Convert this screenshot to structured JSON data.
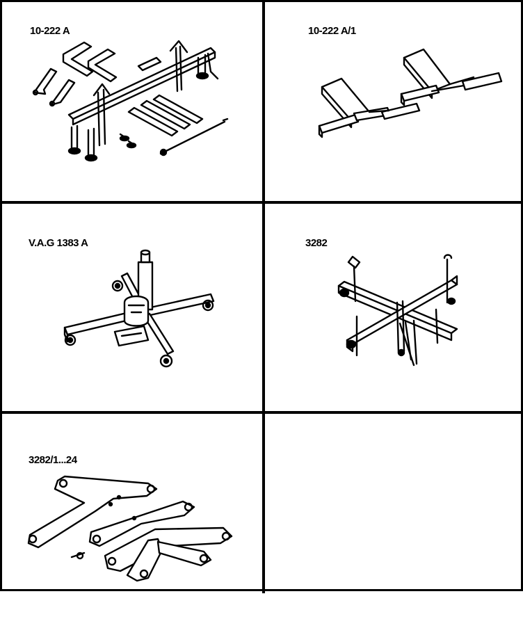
{
  "tools": [
    {
      "id": "10-222-a",
      "label": "10-222 A"
    },
    {
      "id": "10-222-a1",
      "label": "10-222 A/1"
    },
    {
      "id": "vag-1383-a",
      "label": "V.A.G 1383 A"
    },
    {
      "id": "3282",
      "label": "3282"
    },
    {
      "id": "3282-1-24",
      "label": "3282/1...24"
    }
  ]
}
